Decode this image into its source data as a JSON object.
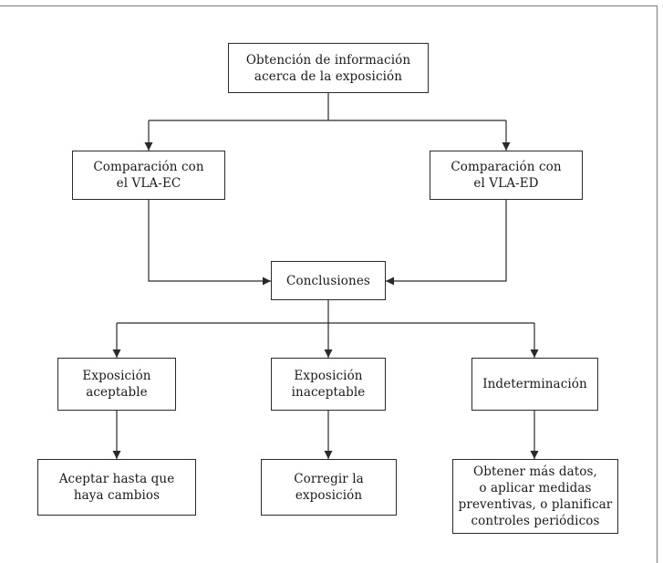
{
  "diagram": {
    "nodes": {
      "obtencion": "Obtención de información\nacerca de la exposición",
      "comp_ec": "Comparación con\nel VLA-EC",
      "comp_ed": "Comparación con\nel VLA-ED",
      "conclusiones": "Conclusiones",
      "aceptable": "Exposición\naceptable",
      "inaceptable": "Exposición\ninaceptable",
      "indeterminacion": "Indeterminación",
      "aceptar": "Aceptar hasta que\nhaya cambios",
      "corregir": "Corregir la\nexposición",
      "obtener": "Obtener más datos,\no aplicar medidas\npreventivas, o planificar\ncontroles periódicos"
    },
    "colors": {
      "line": "#2a2a2a",
      "border": "#2a2a2a",
      "frame": "#7a7a7a"
    }
  }
}
